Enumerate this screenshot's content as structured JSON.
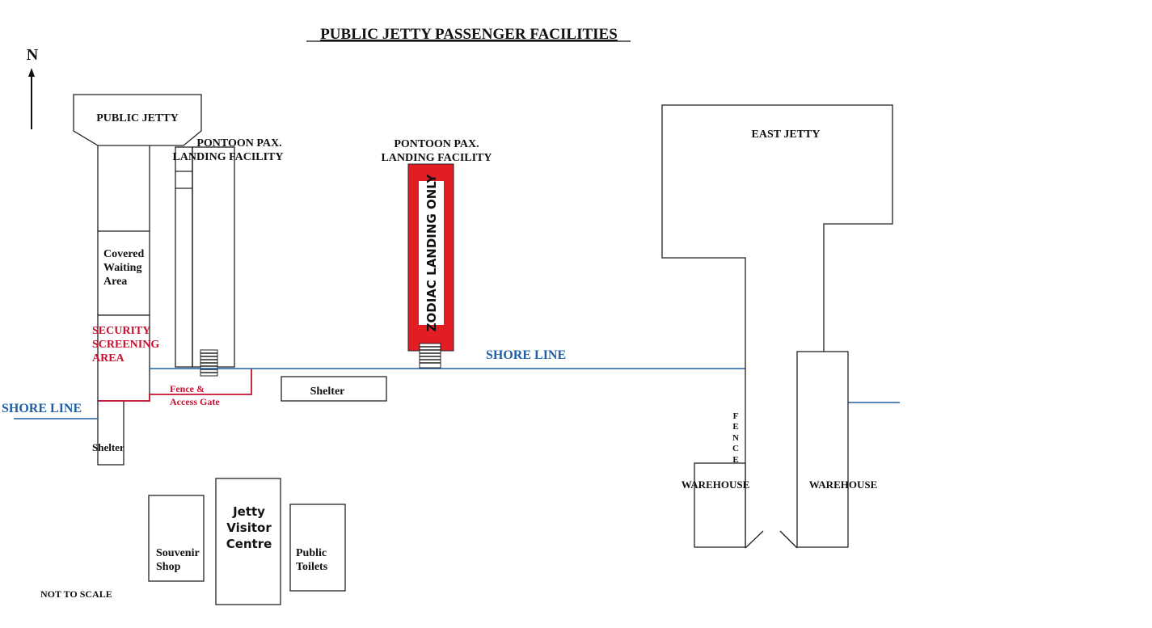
{
  "title": "PUBLIC JETTY PASSENGER FACILITIES",
  "north_label": "N",
  "scale_note": "NOT TO SCALE",
  "features": {
    "public_jetty": "PUBLIC JETTY",
    "pontoon_1_line1": "PONTOON PAX.",
    "pontoon_1_line2": "LANDING FACILITY",
    "pontoon_2_line1": "PONTOON PAX.",
    "pontoon_2_line2": "LANDING FACILITY",
    "zodiac": "ZODIAC LANDING ONLY",
    "east_jetty": "EAST JETTY",
    "covered_waiting": [
      "Covered",
      "Waiting",
      "Area"
    ],
    "security": [
      "SECURITY",
      "SCREENING",
      "AREA"
    ],
    "fence_gate": [
      "Fence &",
      "Access Gate"
    ],
    "shelter_center": "Shelter",
    "shelter_left": "Shelter",
    "shore_line_left": "SHORE LINE",
    "shore_line_right": "SHORE LINE",
    "fence_vertical": [
      "F",
      "E",
      "N",
      "C",
      "E"
    ],
    "warehouse_left": "WAREHOUSE",
    "warehouse_right": "WAREHOUSE",
    "souvenir": [
      "Souvenir",
      "Shop"
    ],
    "visitor_centre": [
      "Jetty",
      "Visitor",
      "Centre"
    ],
    "toilets": [
      "Public",
      "Toilets"
    ]
  },
  "colors": {
    "shore": "#1f5fa8",
    "security": "#c8102e",
    "zodiac_fill": "#e21d24",
    "outline": "#222222"
  }
}
